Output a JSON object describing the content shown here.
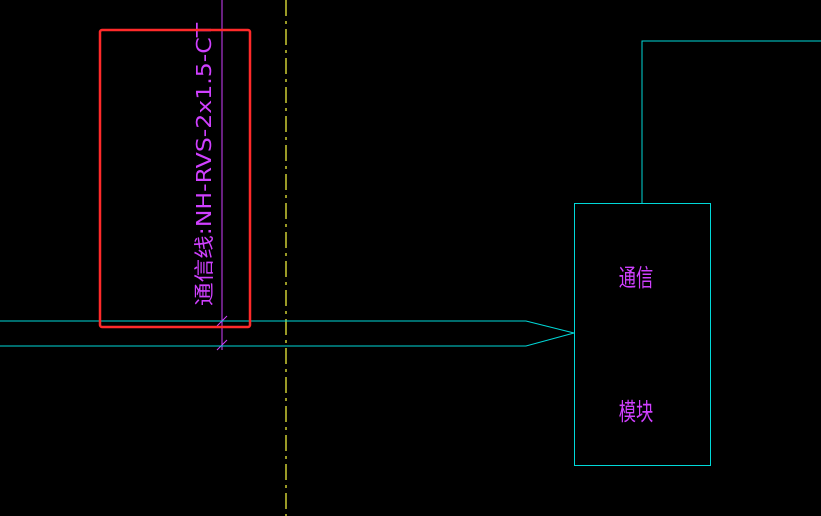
{
  "drawing": {
    "background_color": "#000000",
    "cable_label": "通信线:NH-RVS-2x1.5-CT",
    "module_label_top": "通信",
    "module_label_bottom": "模块",
    "colors": {
      "wire": "#00d8d8",
      "magenta": "#d040ff",
      "axis": "#ffff40",
      "highlight": "#ff2a2a"
    }
  }
}
